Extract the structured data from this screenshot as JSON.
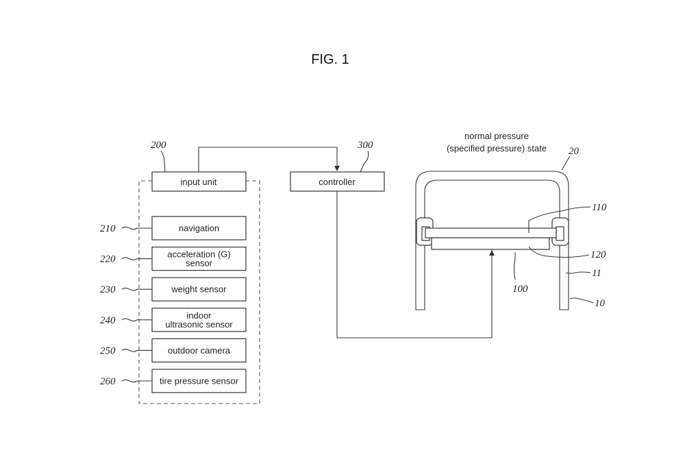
{
  "figure": {
    "title": "FIG. 1",
    "state_label_line1": "normal pressure",
    "state_label_line2": "(specified pressure) state"
  },
  "blocks": {
    "input_unit": {
      "ref": "200",
      "label": "input unit"
    },
    "controller": {
      "ref": "300",
      "label": "controller"
    }
  },
  "sensors": [
    {
      "ref": "210",
      "lines": [
        "navigation"
      ]
    },
    {
      "ref": "220",
      "lines": [
        "acceleration (G)",
        "sensor"
      ]
    },
    {
      "ref": "230",
      "lines": [
        "weight sensor"
      ]
    },
    {
      "ref": "240",
      "lines": [
        "indoor",
        "ultrasonic sensor"
      ]
    },
    {
      "ref": "250",
      "lines": [
        "outdoor camera"
      ]
    },
    {
      "ref": "260",
      "lines": [
        "tire pressure sensor"
      ]
    }
  ],
  "tire_refs": {
    "tire": "10",
    "sidewall": "11",
    "tread": "20",
    "device": "100",
    "part_110": "110",
    "part_120": "120"
  }
}
